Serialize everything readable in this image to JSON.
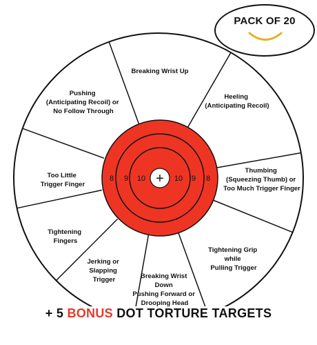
{
  "badge": {
    "text": "PACK OF 20"
  },
  "segments": [
    {
      "lines": [
        "Breaking Wrist Up"
      ]
    },
    {
      "lines": [
        "Heeling",
        "(Anticipating Recoil)"
      ]
    },
    {
      "lines": [
        "Thumbing",
        "(Squeezing Thumb) or",
        "Too Much Trigger Finger"
      ]
    },
    {
      "lines": [
        "Tightening Grip",
        "while",
        "Pulling Trigger"
      ]
    },
    {
      "lines": [
        "Breaking Wrist",
        "Down",
        "Pushing Forward or",
        "Drooping Head"
      ]
    },
    {
      "lines": [
        "Jerking or",
        "Slapping",
        "Trigger"
      ]
    },
    {
      "lines": [
        "Tightening",
        "Fingers"
      ]
    },
    {
      "lines": [
        "Too Little",
        "Trigger Finger"
      ]
    },
    {
      "lines": [
        "Pushing",
        "(Anticipating Recoil) or",
        "No Follow Through"
      ]
    }
  ],
  "bullseye": {
    "ring_numbers_left": [
      "8",
      "9",
      "10"
    ],
    "ring_numbers_right": [
      "10",
      "9",
      "8"
    ],
    "center_mark": "+",
    "colors": {
      "red": "#ee3524",
      "line": "#111111"
    }
  },
  "footer": {
    "prefix": "+ 5 ",
    "highlight": "BONUS",
    "suffix": " DOT TORTURE TARGETS",
    "highlight_color": "#e23a2b"
  }
}
